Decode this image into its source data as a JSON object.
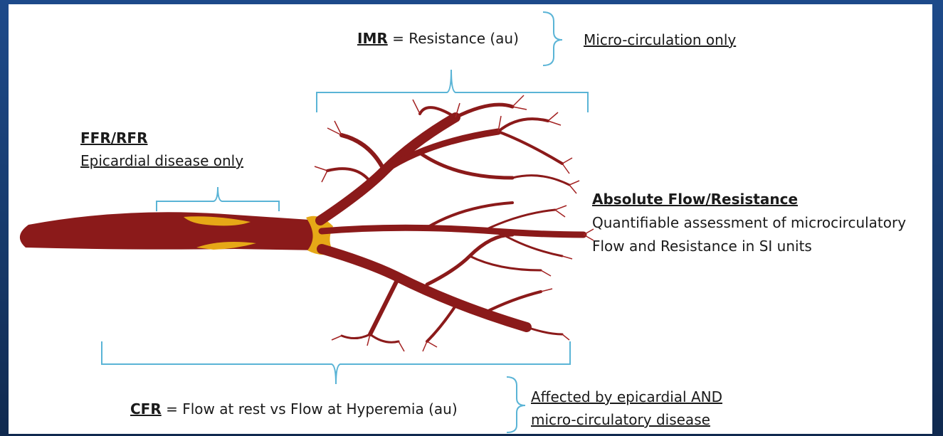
{
  "colors": {
    "background": "#1b3a73",
    "panel": "#ffffff",
    "bracket": "#5ab4d6",
    "vessel": "#8b1a1a",
    "plaque": "#e6a817",
    "text": "#1a1a1a"
  },
  "imr": {
    "abbr": "IMR",
    "formula": "= Resistance (au)",
    "note": "Micro-circulation only"
  },
  "ffr": {
    "title": "FFR/RFR",
    "note": "Epicardial disease only"
  },
  "absolute": {
    "title": "Absolute Flow/Resistance",
    "line1": "Quantifiable assessment of microcirculatory",
    "line2": "Flow and Resistance in SI units"
  },
  "cfr": {
    "abbr": "CFR",
    "formula": "= Flow at rest vs Flow at Hyperemia (au)",
    "note_line1": "Affected by epicardial AND",
    "note_line2": "micro-circulatory disease"
  }
}
